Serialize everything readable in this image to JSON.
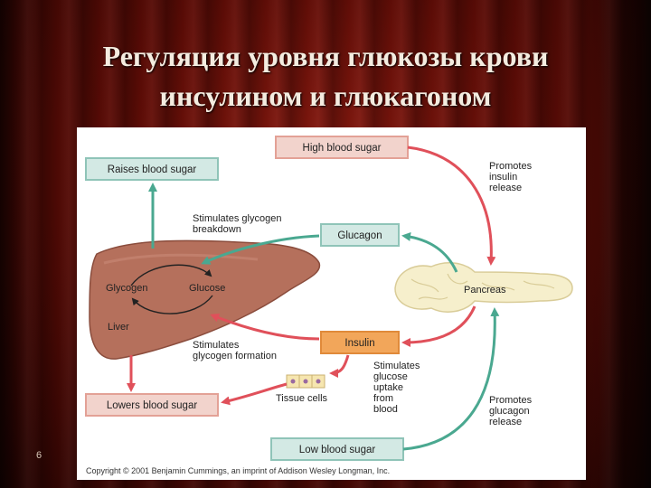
{
  "slide": {
    "title_line1": "Регуляция уровня глюкозы крови",
    "title_line2": "инсулином и глюкагоном",
    "number": "6"
  },
  "diagram": {
    "boxes": {
      "high_blood_sugar": "High blood sugar",
      "raises_blood_sugar": "Raises blood sugar",
      "glucagon": "Glucagon",
      "insulin": "Insulin",
      "lowers_blood_sugar": "Lowers blood sugar",
      "low_blood_sugar": "Low blood sugar"
    },
    "labels": {
      "promotes_insulin_release": [
        "Promotes",
        "insulin",
        "release"
      ],
      "stimulates_glycogen_breakdown": [
        "Stimulates glycogen",
        "breakdown"
      ],
      "glycogen": "Glycogen",
      "glucose": "Glucose",
      "liver": "Liver",
      "pancreas": "Pancreas",
      "stimulates_glycogen_formation": [
        "Stimulates",
        "glycogen formation"
      ],
      "tissue_cells": "Tissue cells",
      "stimulates_glucose_uptake": [
        "Stimulates",
        "glucose",
        "uptake",
        "from",
        "blood"
      ],
      "promotes_glucagon_release": [
        "Promotes",
        "glucagon",
        "release"
      ],
      "copyright": "Copyright © 2001 Benjamin Cummings, an imprint of Addison Wesley Longman, Inc."
    },
    "colors": {
      "red_box": "#f2d3cc",
      "red_border": "#e3a196",
      "green_box": "#d3e9e4",
      "green_border": "#8fc4b8",
      "insulin_box": "#f2a65a",
      "red_arrow": "#e0505a",
      "green_arrow": "#4aa890",
      "liver": "#b5705c",
      "pancreas": "#f6efcc"
    }
  }
}
